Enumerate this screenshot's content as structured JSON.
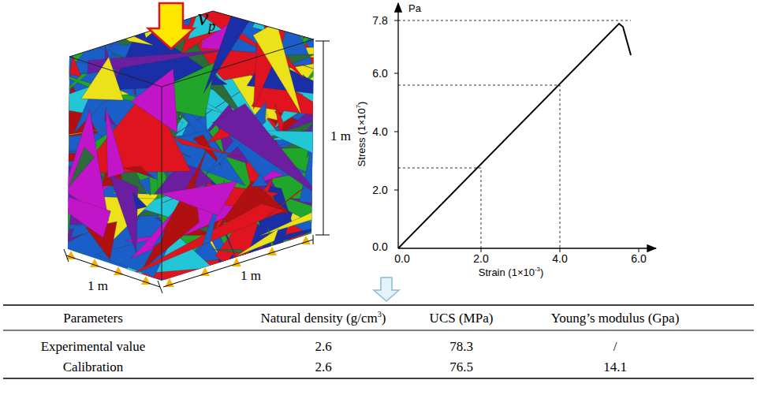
{
  "diagram": {
    "labels": [
      "v",
      "p",
      "1 m",
      "1 m",
      "1 m",
      "Pa",
      "7.8",
      "6.0",
      "4.0",
      "2.0",
      "0.0",
      "Stress (1×10",
      "7",
      ")",
      "0.0",
      "2.0",
      "4.0",
      "6.0",
      "Strain (1×10",
      "-3",
      ")",
      "Parameters",
      "Natural density (g/cm",
      "3",
      ")",
      "UCS (MPa)",
      "Young’s modulus (Gpa)",
      "Experimental value",
      "2.6",
      "78.3",
      "/",
      "Calibration",
      "2.6",
      "76.5",
      "14.1"
    ]
  }
}
